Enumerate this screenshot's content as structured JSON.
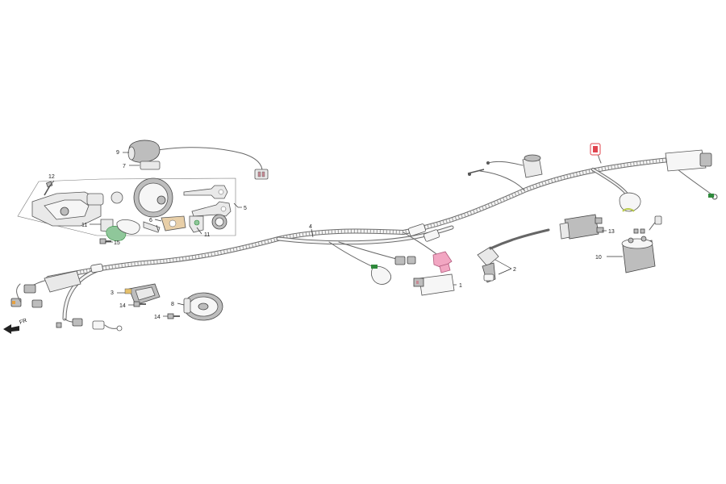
{
  "diagram": {
    "callouts": [
      "1",
      "2",
      "3",
      "4",
      "5",
      "6",
      "7",
      "8",
      "9",
      "10",
      "11",
      "12",
      "13",
      "14",
      "15"
    ],
    "front_label": "FR",
    "colors": {
      "connector_pink": "#f2a6c2",
      "fuse_red": "#e0444e",
      "grommet_green": "#8fc79a",
      "terminal_green": "#2f8a3c",
      "line": "#555555"
    }
  }
}
